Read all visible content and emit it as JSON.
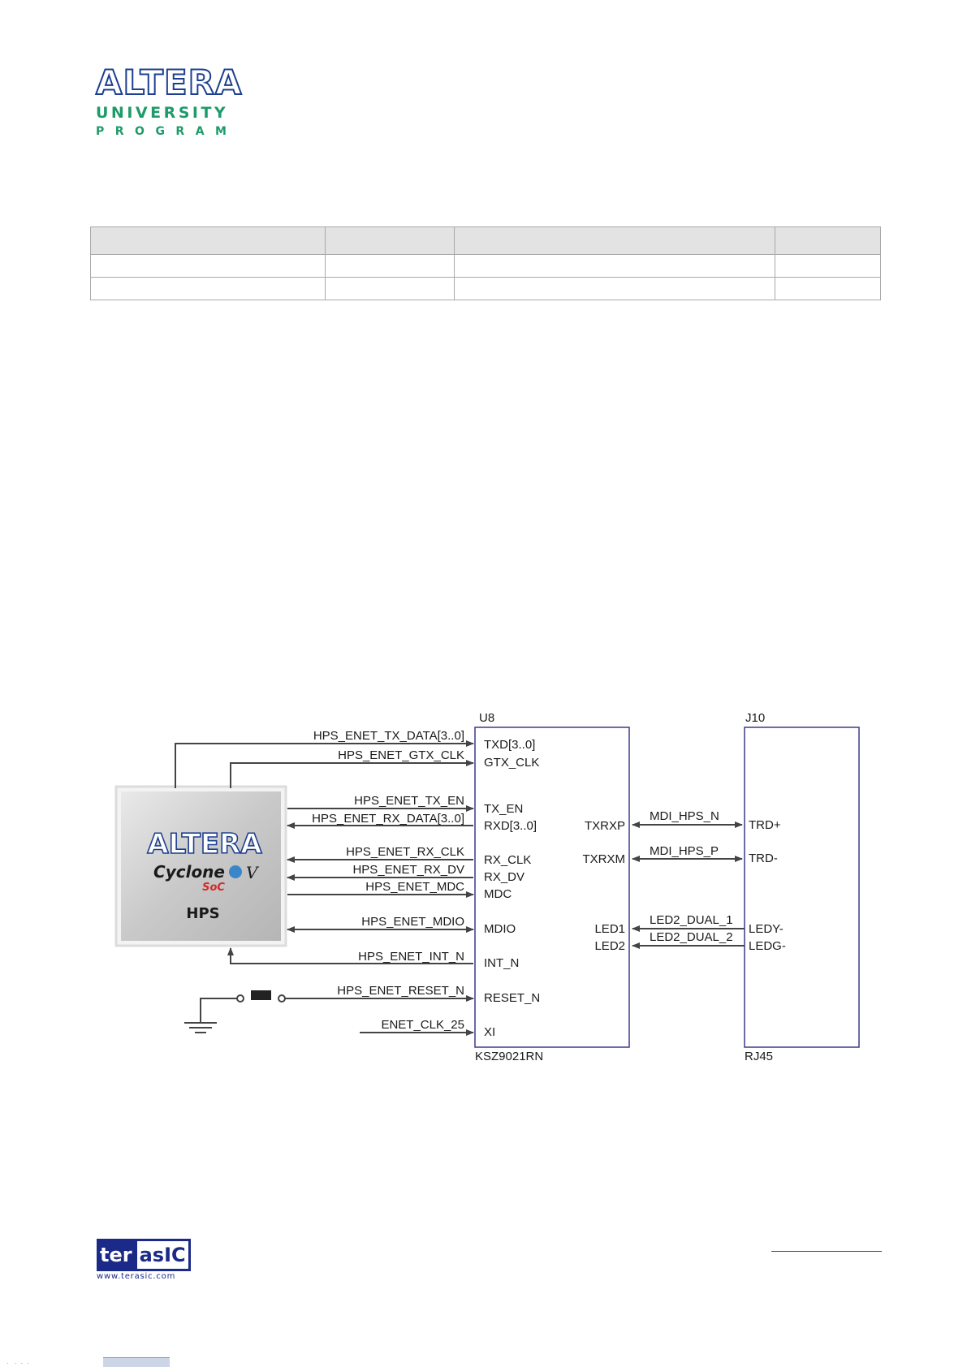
{
  "header": {
    "logo_wordmark": "ALTERA",
    "logo_line1": "UNIVERSITY",
    "logo_line2": "PROGRAM"
  },
  "table": {
    "rows": [
      [
        "",
        "",
        "",
        ""
      ],
      [
        "",
        "",
        "",
        ""
      ],
      [
        "",
        "",
        "",
        ""
      ]
    ]
  },
  "diagram": {
    "hps_chip": {
      "brand": "ALTERA",
      "family": "Cyclone",
      "version": "V",
      "soc": "SoC",
      "label": "HPS"
    },
    "phy": {
      "ref": "U8",
      "part": "KSZ9021RN",
      "pins_left": [
        "TXD[3..0]",
        "GTX_CLK",
        "TX_EN",
        "RXD[3..0]",
        "RX_CLK",
        "RX_DV",
        "MDC",
        "MDIO",
        "INT_N",
        "RESET_N",
        "XI"
      ],
      "pins_right": [
        "TXRXP",
        "TXRXM",
        "LED1",
        "LED2"
      ]
    },
    "jack": {
      "ref": "J10",
      "part": "RJ45",
      "pins": [
        "TRD+",
        "TRD-",
        "LEDY-",
        "LEDG-"
      ]
    },
    "signals_left": [
      "HPS_ENET_TX_DATA[3..0]",
      "HPS_ENET_GTX_CLK",
      "HPS_ENET_TX_EN",
      "HPS_ENET_RX_DATA[3..0]",
      "HPS_ENET_RX_CLK",
      "HPS_ENET_RX_DV",
      "HPS_ENET_MDC",
      "HPS_ENET_MDIO",
      "HPS_ENET_INT_N",
      "HPS_ENET_RESET_N",
      "ENET_CLK_25"
    ],
    "signals_right": [
      "MDI_HPS_N",
      "MDI_HPS_P",
      "LED2_DUAL_1",
      "LED2_DUAL_2"
    ]
  },
  "footer": {
    "logo_left": "ter",
    "logo_right": "asIC",
    "logo_url": "www.terasic.com"
  },
  "colors": {
    "altera_blue": "#1c3f8f",
    "altera_green": "#1e9b6a",
    "terasic_blue": "#1b2a88",
    "box_outline": "#3a3a8c"
  }
}
